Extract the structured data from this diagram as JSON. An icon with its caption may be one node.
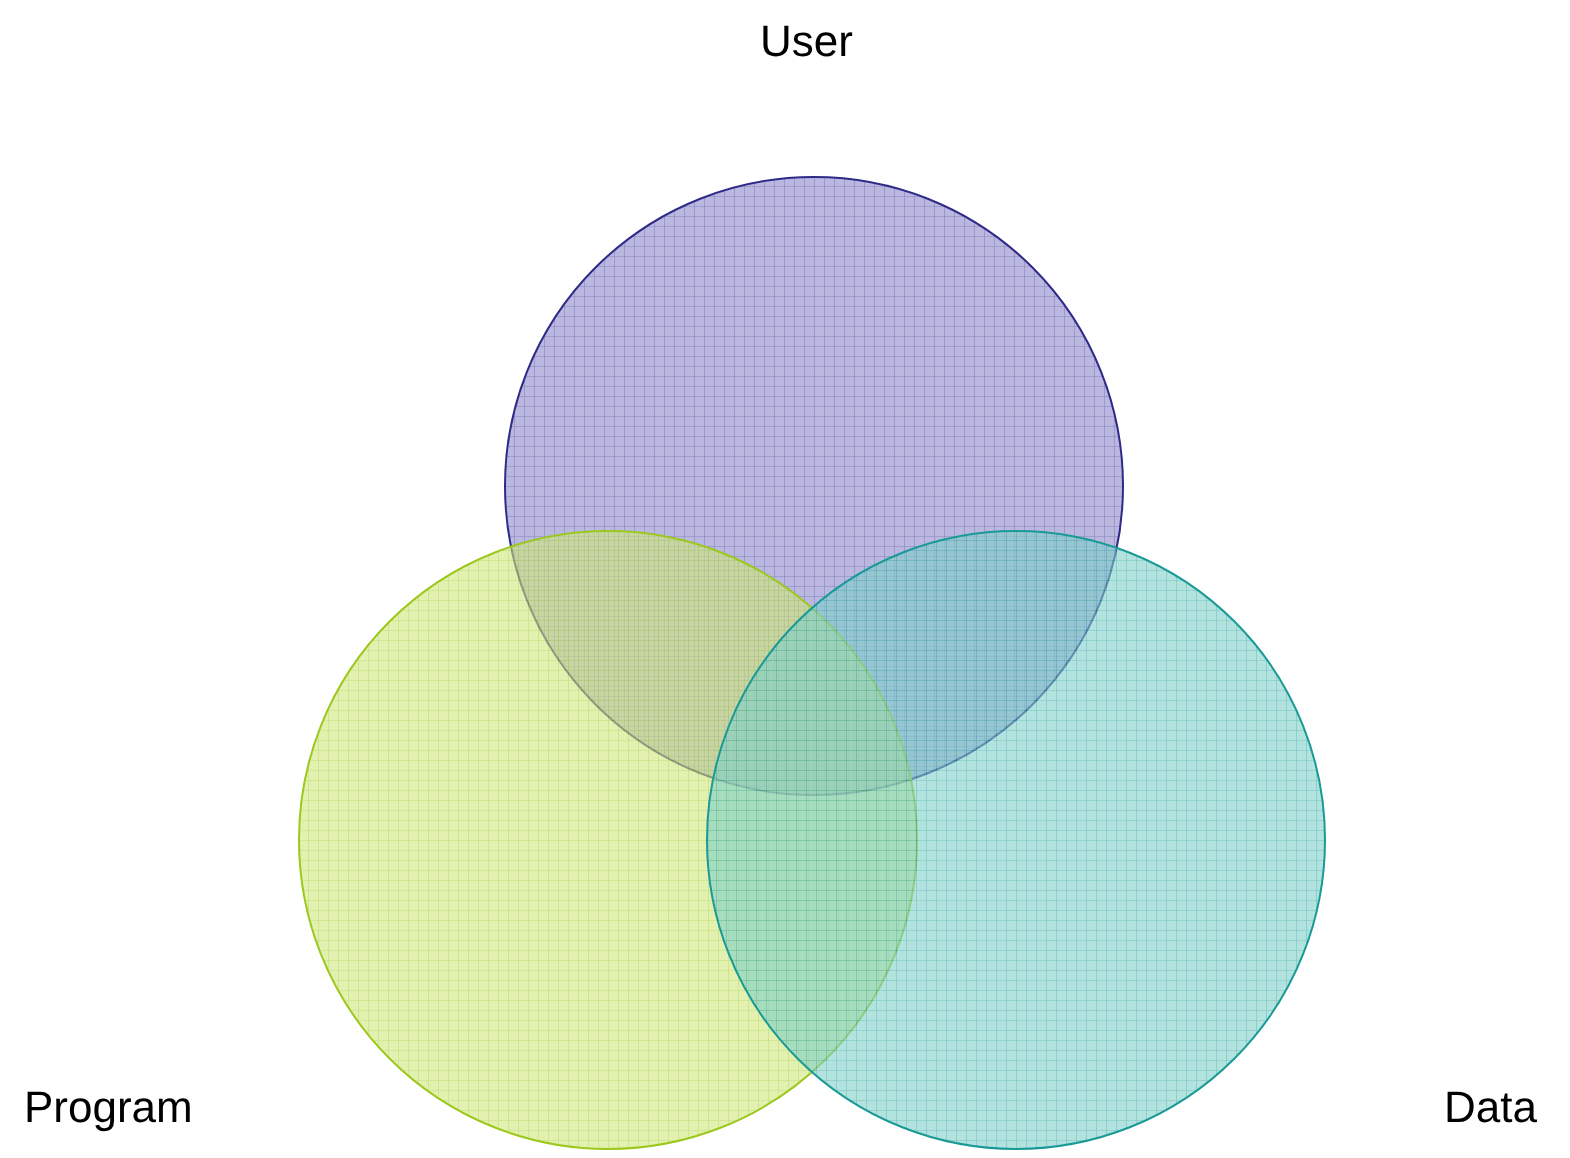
{
  "diagram": {
    "nodes": [
      {
        "text": [
          "User"
        ]
      },
      {
        "text": [
          "Program"
        ]
      },
      {
        "text": [
          "Data"
        ]
      }
    ]
  }
}
